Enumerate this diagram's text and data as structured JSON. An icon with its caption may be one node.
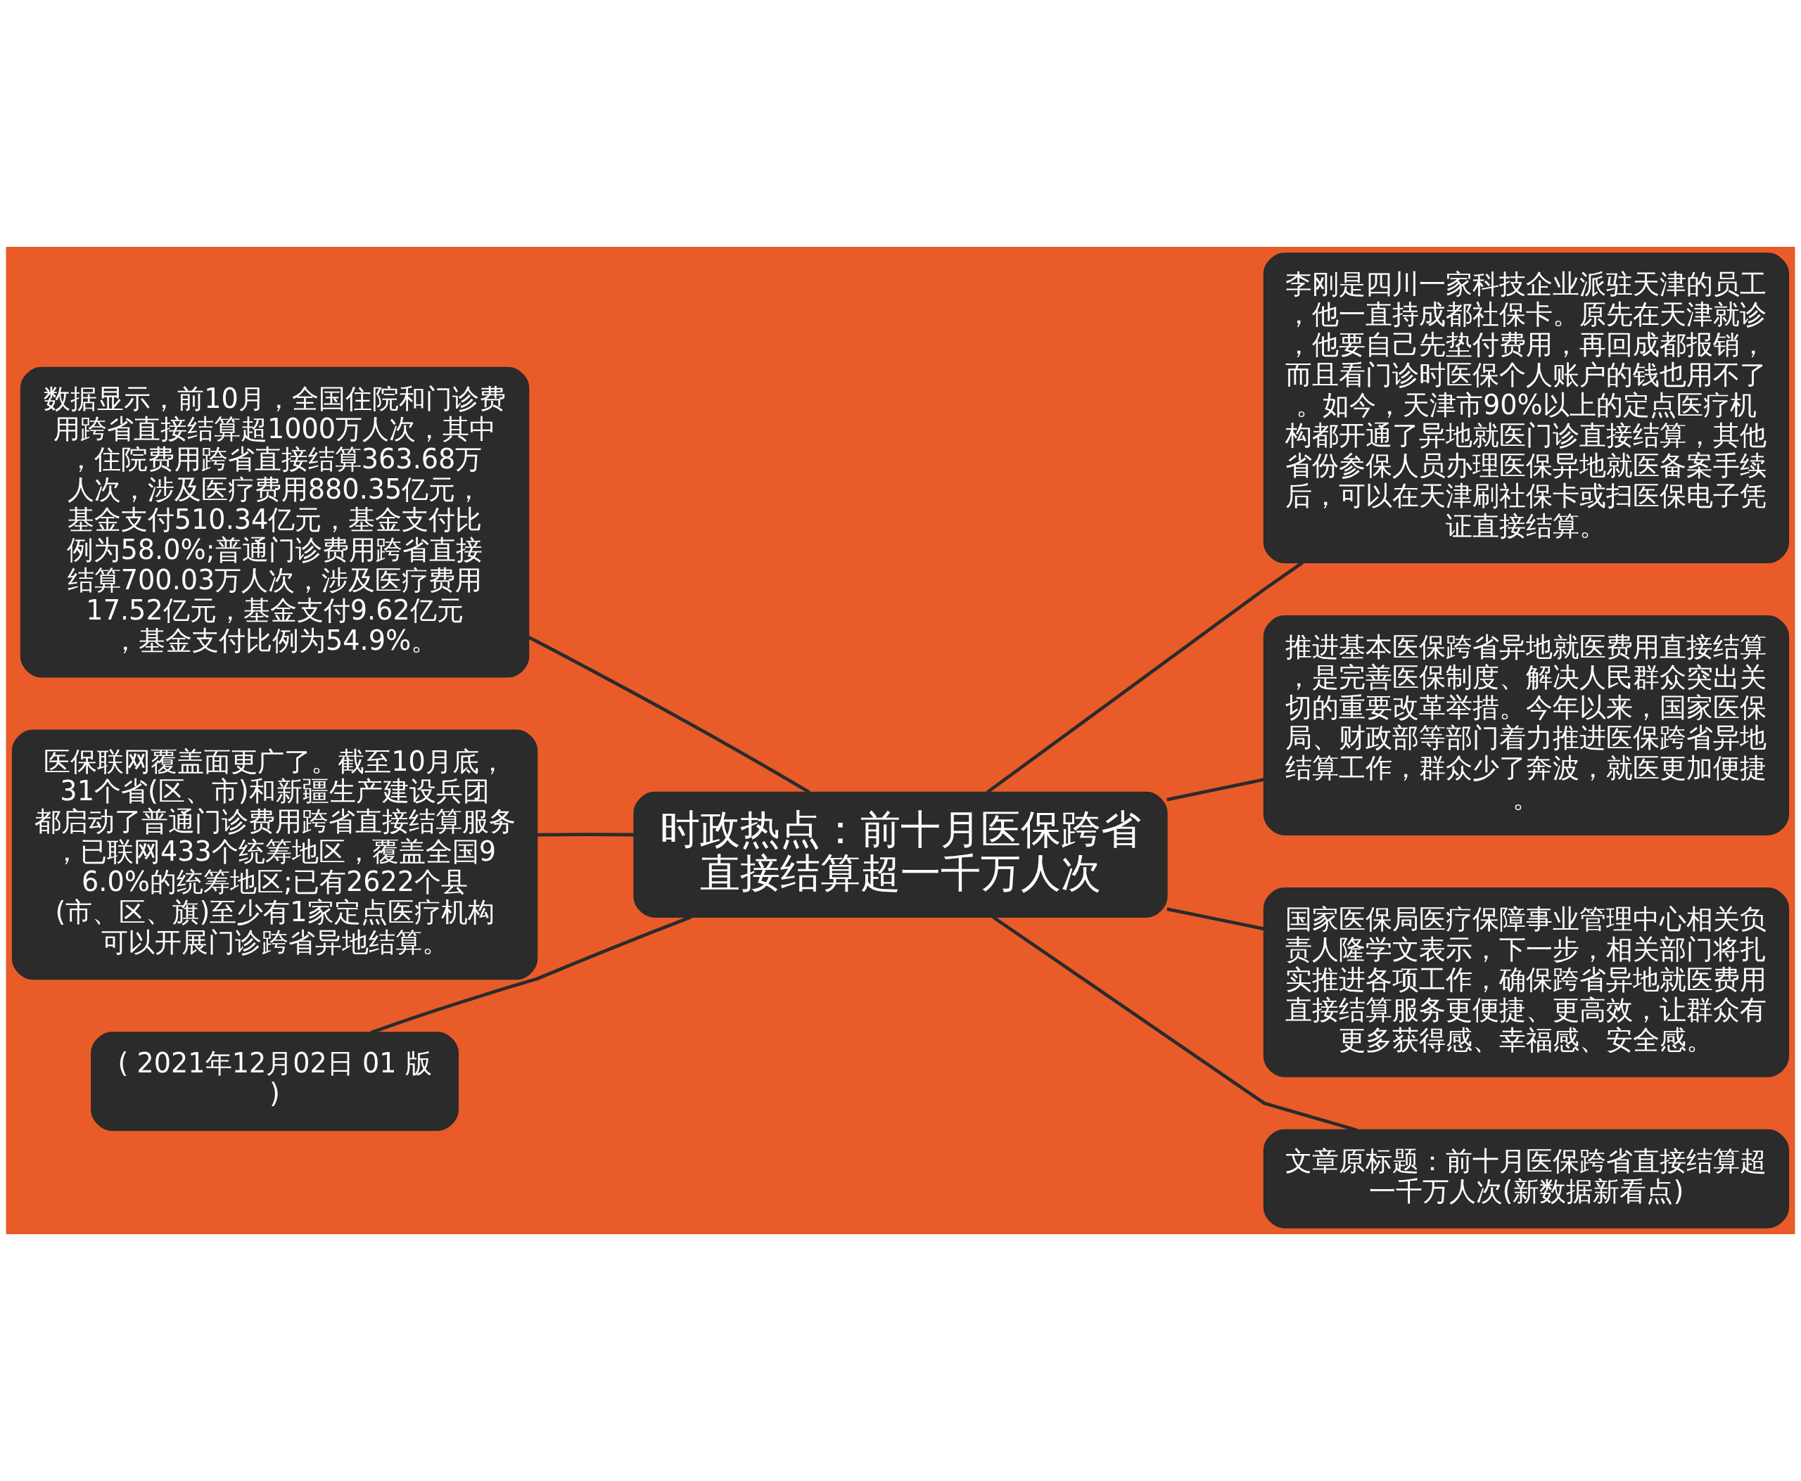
{
  "diagram": {
    "nodes": [
      {
        "text": [
          "时政热点：前十月医保跨省直接结算超一千万人次"
        ]
      },
      {
        "text": [
          "数据显示，前10月，全国住院和门诊费用跨省直接结算超1000万人次，其中，住院费用跨省直接结算363.68万人次，涉及医疗费用880.35亿元，基金支付510.34亿元，基金支付比例为58.0%;普通门诊费用跨省直接结算700.03万人次，涉及医疗费用17.52亿元，基金支付9.62亿元，基金支付比例为54.9%。"
        ]
      },
      {
        "text": [
          "医保联网覆盖面更广了。截至10月底，31个省(区、市)和新疆生产建设兵团都启动了普通门诊费用跨省直接结算服务，已联网433个统筹地区，覆盖全国96.0%的统筹地区;已有2622个县(市、区、旗)至少有1家定点医疗机构可以开展门诊跨省异地结算。"
        ]
      },
      {
        "text": [
          "( 2021年12月02日 01 版)"
        ]
      },
      {
        "text": [
          "李刚是四川一家科技企业派驻天津的员工，他一直持成都社保卡。原先在天津就诊，他要自己先垫付费用，再回成都报销，而且看门诊时医保个人账户的钱也用不了。如今，天津市90%以上的定点医疗机构都开通了异地就医门诊直接结算，其他省份参保人员办理医保异地就医备案手续后，可以在天津刷社保卡或扫医保电子凭证直接结算。"
        ]
      },
      {
        "text": [
          "推进基本医保跨省异地就医费用直接结算，是完善医保制度、解决人民群众突出关切的重要改革举措。今年以来，国家医保局、财政部等部门着力推进医保跨省异地结算工作，群众少了奔波，就医更加便捷。"
        ]
      },
      {
        "text": [
          "国家医保局医疗保障事业管理中心相关负责人隆学文表示，下一步，相关部门将扎实推进各项工作，确保跨省异地就医费用直接结算服务更便捷、更高效，让群众有更多获得感、幸福感、安全感。"
        ]
      },
      {
        "text": [
          "文章原标题：前十月医保跨省直接结算超一千万人次(新数据新看点)"
        ]
      }
    ],
    "edges": [
      {
        "from": 0,
        "to": 1,
        "arrow": "none"
      },
      {
        "from": 0,
        "to": 2,
        "arrow": "none"
      },
      {
        "from": 0,
        "to": 3,
        "arrow": "none"
      },
      {
        "from": 0,
        "to": 4,
        "arrow": "none"
      },
      {
        "from": 0,
        "to": 5,
        "arrow": "none"
      },
      {
        "from": 0,
        "to": 6,
        "arrow": "none"
      },
      {
        "from": 0,
        "to": 7,
        "arrow": "none"
      }
    ]
  }
}
